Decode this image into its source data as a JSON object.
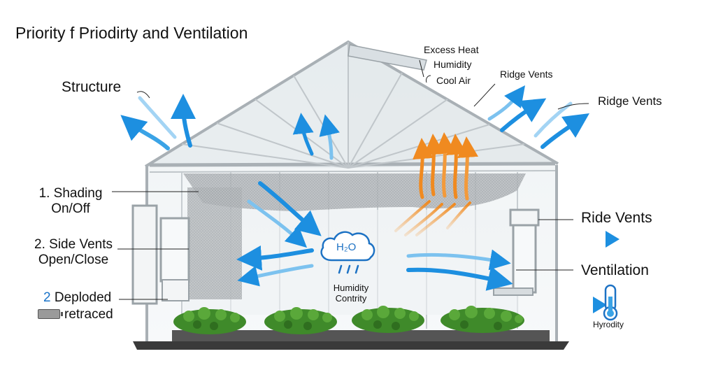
{
  "title": "Priority f Priodirty and Ventilation",
  "labels": {
    "structure": "Structure",
    "shading_num": "1. Shading",
    "shading_state": "On/Off",
    "side_vents_num": "2. Side Vents",
    "side_vents_state": "Open/Close",
    "deployed_num": "2",
    "deployed_text": "Deploded",
    "retracted": "retraced",
    "excess_heat": "Excess Heat",
    "humidity_top": "Humidity",
    "cool_air": "Cool Air",
    "ridge_vents_1": "Ridge Vents",
    "ridge_vents_2": "Ridge Vents",
    "ride_vents": "Ride Vents",
    "ventilation": "Ventilation",
    "h2o": "H₂O",
    "humidity_control_1": "Humidity",
    "humidity_control_2": "Contrity",
    "hyrodity": "Hyrodity"
  },
  "colors": {
    "blue_arrow": "#3aa3e6",
    "orange_arrow": "#f39a3a",
    "frame": "#a9b0b5",
    "plants": "#3f8a2a",
    "base": "#3a3a3a"
  },
  "icons": [
    "cloud-h2o-icon",
    "thermometer-icon",
    "battery-icon"
  ]
}
